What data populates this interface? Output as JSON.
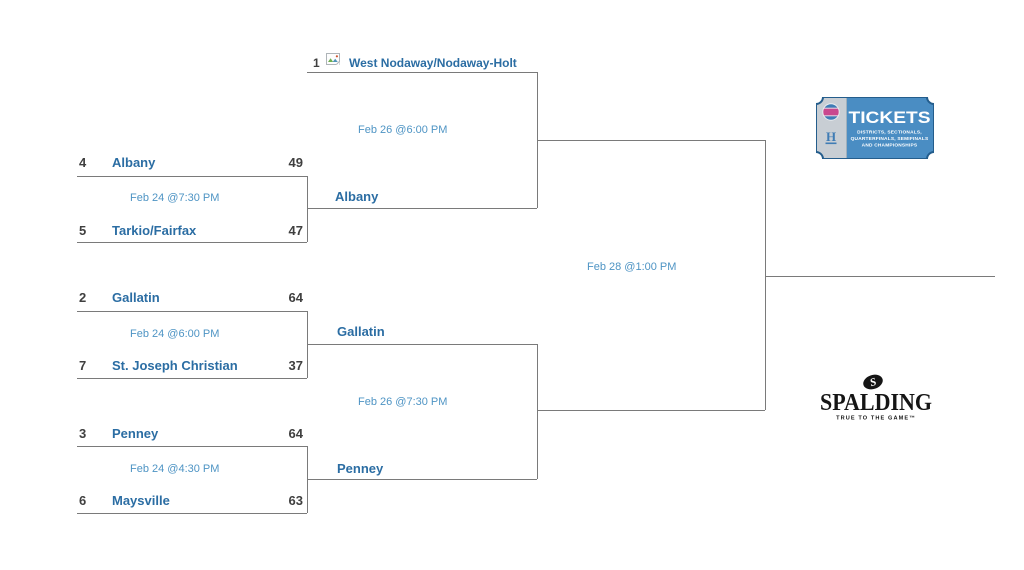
{
  "colors": {
    "team_link": "#2b6da3",
    "date_text": "#4e94c4",
    "score_text": "#3f3f3f",
    "line": "#7a7a7a",
    "ticket_blue": "#4a8dc3",
    "ticket_border": "#245d8c",
    "ticket_stub": "#c8ced4",
    "ticket_logo_pink": "#c9488e",
    "ticket_logo_blue": "#3f7cb5",
    "spalding_black": "#151515"
  },
  "bracket": {
    "bye": {
      "seed": "1",
      "team": "West Nodaway/Nodaway-Holt"
    },
    "games": [
      {
        "seed_top": "4",
        "team_top": "Albany",
        "score_top": "49",
        "datetime": "Feb 24 @7:30 PM",
        "seed_bottom": "5",
        "team_bottom": "Tarkio/Fairfax",
        "score_bottom": "47",
        "winner": "Albany"
      },
      {
        "seed_top": "2",
        "team_top": "Gallatin",
        "score_top": "64",
        "datetime": "Feb 24 @6:00 PM",
        "seed_bottom": "7",
        "team_bottom": "St. Joseph Christian",
        "score_bottom": "37",
        "winner": "Gallatin"
      },
      {
        "seed_top": "3",
        "team_top": "Penney",
        "score_top": "64",
        "datetime": "Feb 24 @4:30 PM",
        "seed_bottom": "6",
        "team_bottom": "Maysville",
        "score_bottom": "63",
        "winner": "Penney"
      }
    ],
    "semifinals": [
      {
        "datetime": "Feb 26 @6:00 PM"
      },
      {
        "datetime": "Feb 26 @7:30 PM"
      }
    ],
    "final": {
      "datetime": "Feb 28 @1:00 PM"
    }
  },
  "sponsors": {
    "tickets": {
      "word": "TICKETS",
      "subtitle_line1": "DISTRICTS, SECTIONALS,",
      "subtitle_line2": "QUARTERFINALS, SEMIFINALS",
      "subtitle_line3": "AND CHAMPIONSHIPS",
      "stub_letter": "H"
    },
    "spalding": {
      "mark": "S",
      "word": "SPALDING",
      "tagline": "TRUE TO THE GAME™"
    }
  }
}
